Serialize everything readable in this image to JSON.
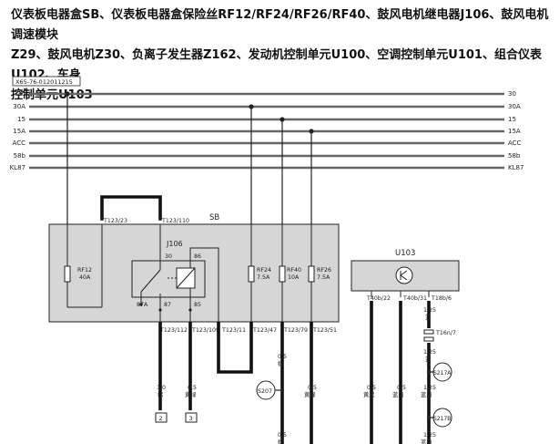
{
  "title_lines": [
    "仪表板电器盒SB、仪表板电器盒保险丝RF12/RF24/RF26/RF40、鼓风电机继电器J106、鼓风电机调速模块",
    "Z29、鼓风电机Z30、负离子发生器Z162、发动机控制单元U100、空调控制单元U101、组合仪表U102、车身",
    "控制单元U103"
  ],
  "diagram_id": "X65-76-012011215",
  "rails": [
    "30",
    "30A",
    "15",
    "15A",
    "ACC",
    "58b",
    "KL87"
  ],
  "rails_right": [
    "30",
    "30A",
    "15",
    "15A",
    "ACC",
    "58b",
    "KL87"
  ],
  "sb": {
    "label": "SB",
    "top_connectors": [
      "T123/23",
      "T123/110"
    ],
    "relay": {
      "name": "J106",
      "pins": {
        "p30": "30",
        "p86": "86",
        "p87a": "87A",
        "p87": "87",
        "p85": "85"
      }
    },
    "fuses": [
      {
        "name": "RF12",
        "rating": "40A"
      },
      {
        "name": "RF24",
        "rating": "7.5A"
      },
      {
        "name": "RF40",
        "rating": "10A"
      },
      {
        "name": "RF26",
        "rating": "7.5A"
      }
    ],
    "bottom_connectors": [
      "T123/112",
      "T123/109",
      "T123/11",
      "T123/47",
      "T123/79",
      "T123/51"
    ]
  },
  "u103": {
    "label": "U103",
    "connectors": [
      "T40b/22",
      "T40b/31",
      "T18b/6"
    ],
    "inline_connector": "T16n/7"
  },
  "wires": {
    "w1": {
      "size": "3.0",
      "color": "棕"
    },
    "w2": {
      "size": "0.5",
      "color": "黄绿"
    },
    "w3": {
      "size": "0.5",
      "color": "棕"
    },
    "w4": {
      "size": "0.5",
      "color": "黄绿"
    },
    "w5": {
      "size": "0.5",
      "color": "黄黑"
    },
    "w6": {
      "size": "0.5",
      "color": "蓝白"
    },
    "w7a": {
      "size": "1.25",
      "color": "蓝"
    },
    "w7b": {
      "size": "1.25",
      "color": "蓝"
    },
    "w7c": {
      "size": "1.25",
      "color": "蓝白"
    },
    "w3b": {
      "size": "0.5",
      "color": "棕"
    },
    "w7d": {
      "size": "1.25",
      "color": "蓝白"
    }
  },
  "splices": [
    "S207",
    "S217A",
    "S217B"
  ],
  "refs": [
    "2",
    "3"
  ],
  "colors": {
    "box_fill": "#d6d6d6",
    "line": "#222222",
    "rail": "#666666"
  }
}
